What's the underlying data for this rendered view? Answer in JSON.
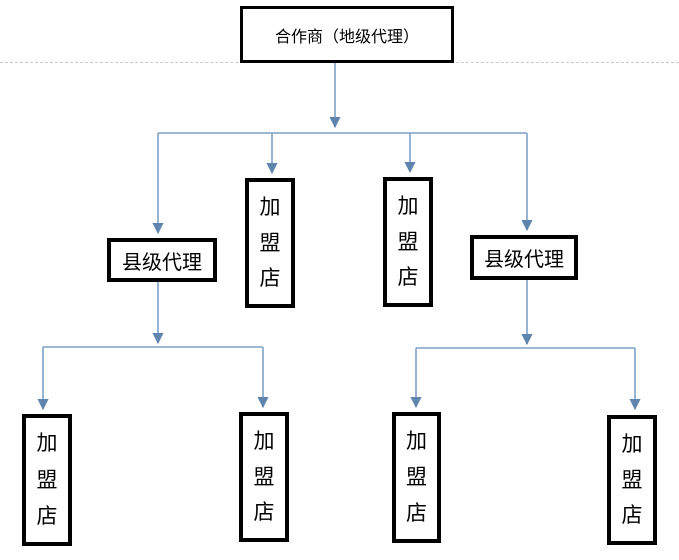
{
  "page": {
    "kind": "flowchart",
    "background": "#ffffff"
  },
  "colors": {
    "connector": "#7da1c9",
    "arrowhead": "#5f84ad",
    "box_border": "#000000",
    "divider": "#c9c9c9",
    "text": "#000000"
  },
  "nodes": {
    "root": {
      "label": "合作商（地级代理）"
    },
    "franchise_l2_left": {
      "label": "加盟店"
    },
    "franchise_l2_right": {
      "label": "加盟店"
    },
    "county_left": {
      "label": "县级代理"
    },
    "county_right": {
      "label": "县级代理"
    },
    "franchise_l3_1": {
      "label": "加盟店"
    },
    "franchise_l3_2": {
      "label": "加盟店"
    },
    "franchise_l3_3": {
      "label": "加盟店"
    },
    "franchise_l3_4": {
      "label": "加盟店"
    }
  },
  "edges": [
    {
      "from": "root",
      "to": "county_left"
    },
    {
      "from": "root",
      "to": "franchise_l2_left"
    },
    {
      "from": "root",
      "to": "franchise_l2_right"
    },
    {
      "from": "root",
      "to": "county_right"
    },
    {
      "from": "county_left",
      "to": "franchise_l3_1"
    },
    {
      "from": "county_left",
      "to": "franchise_l3_2"
    },
    {
      "from": "county_right",
      "to": "franchise_l3_3"
    },
    {
      "from": "county_right",
      "to": "franchise_l3_4"
    }
  ]
}
